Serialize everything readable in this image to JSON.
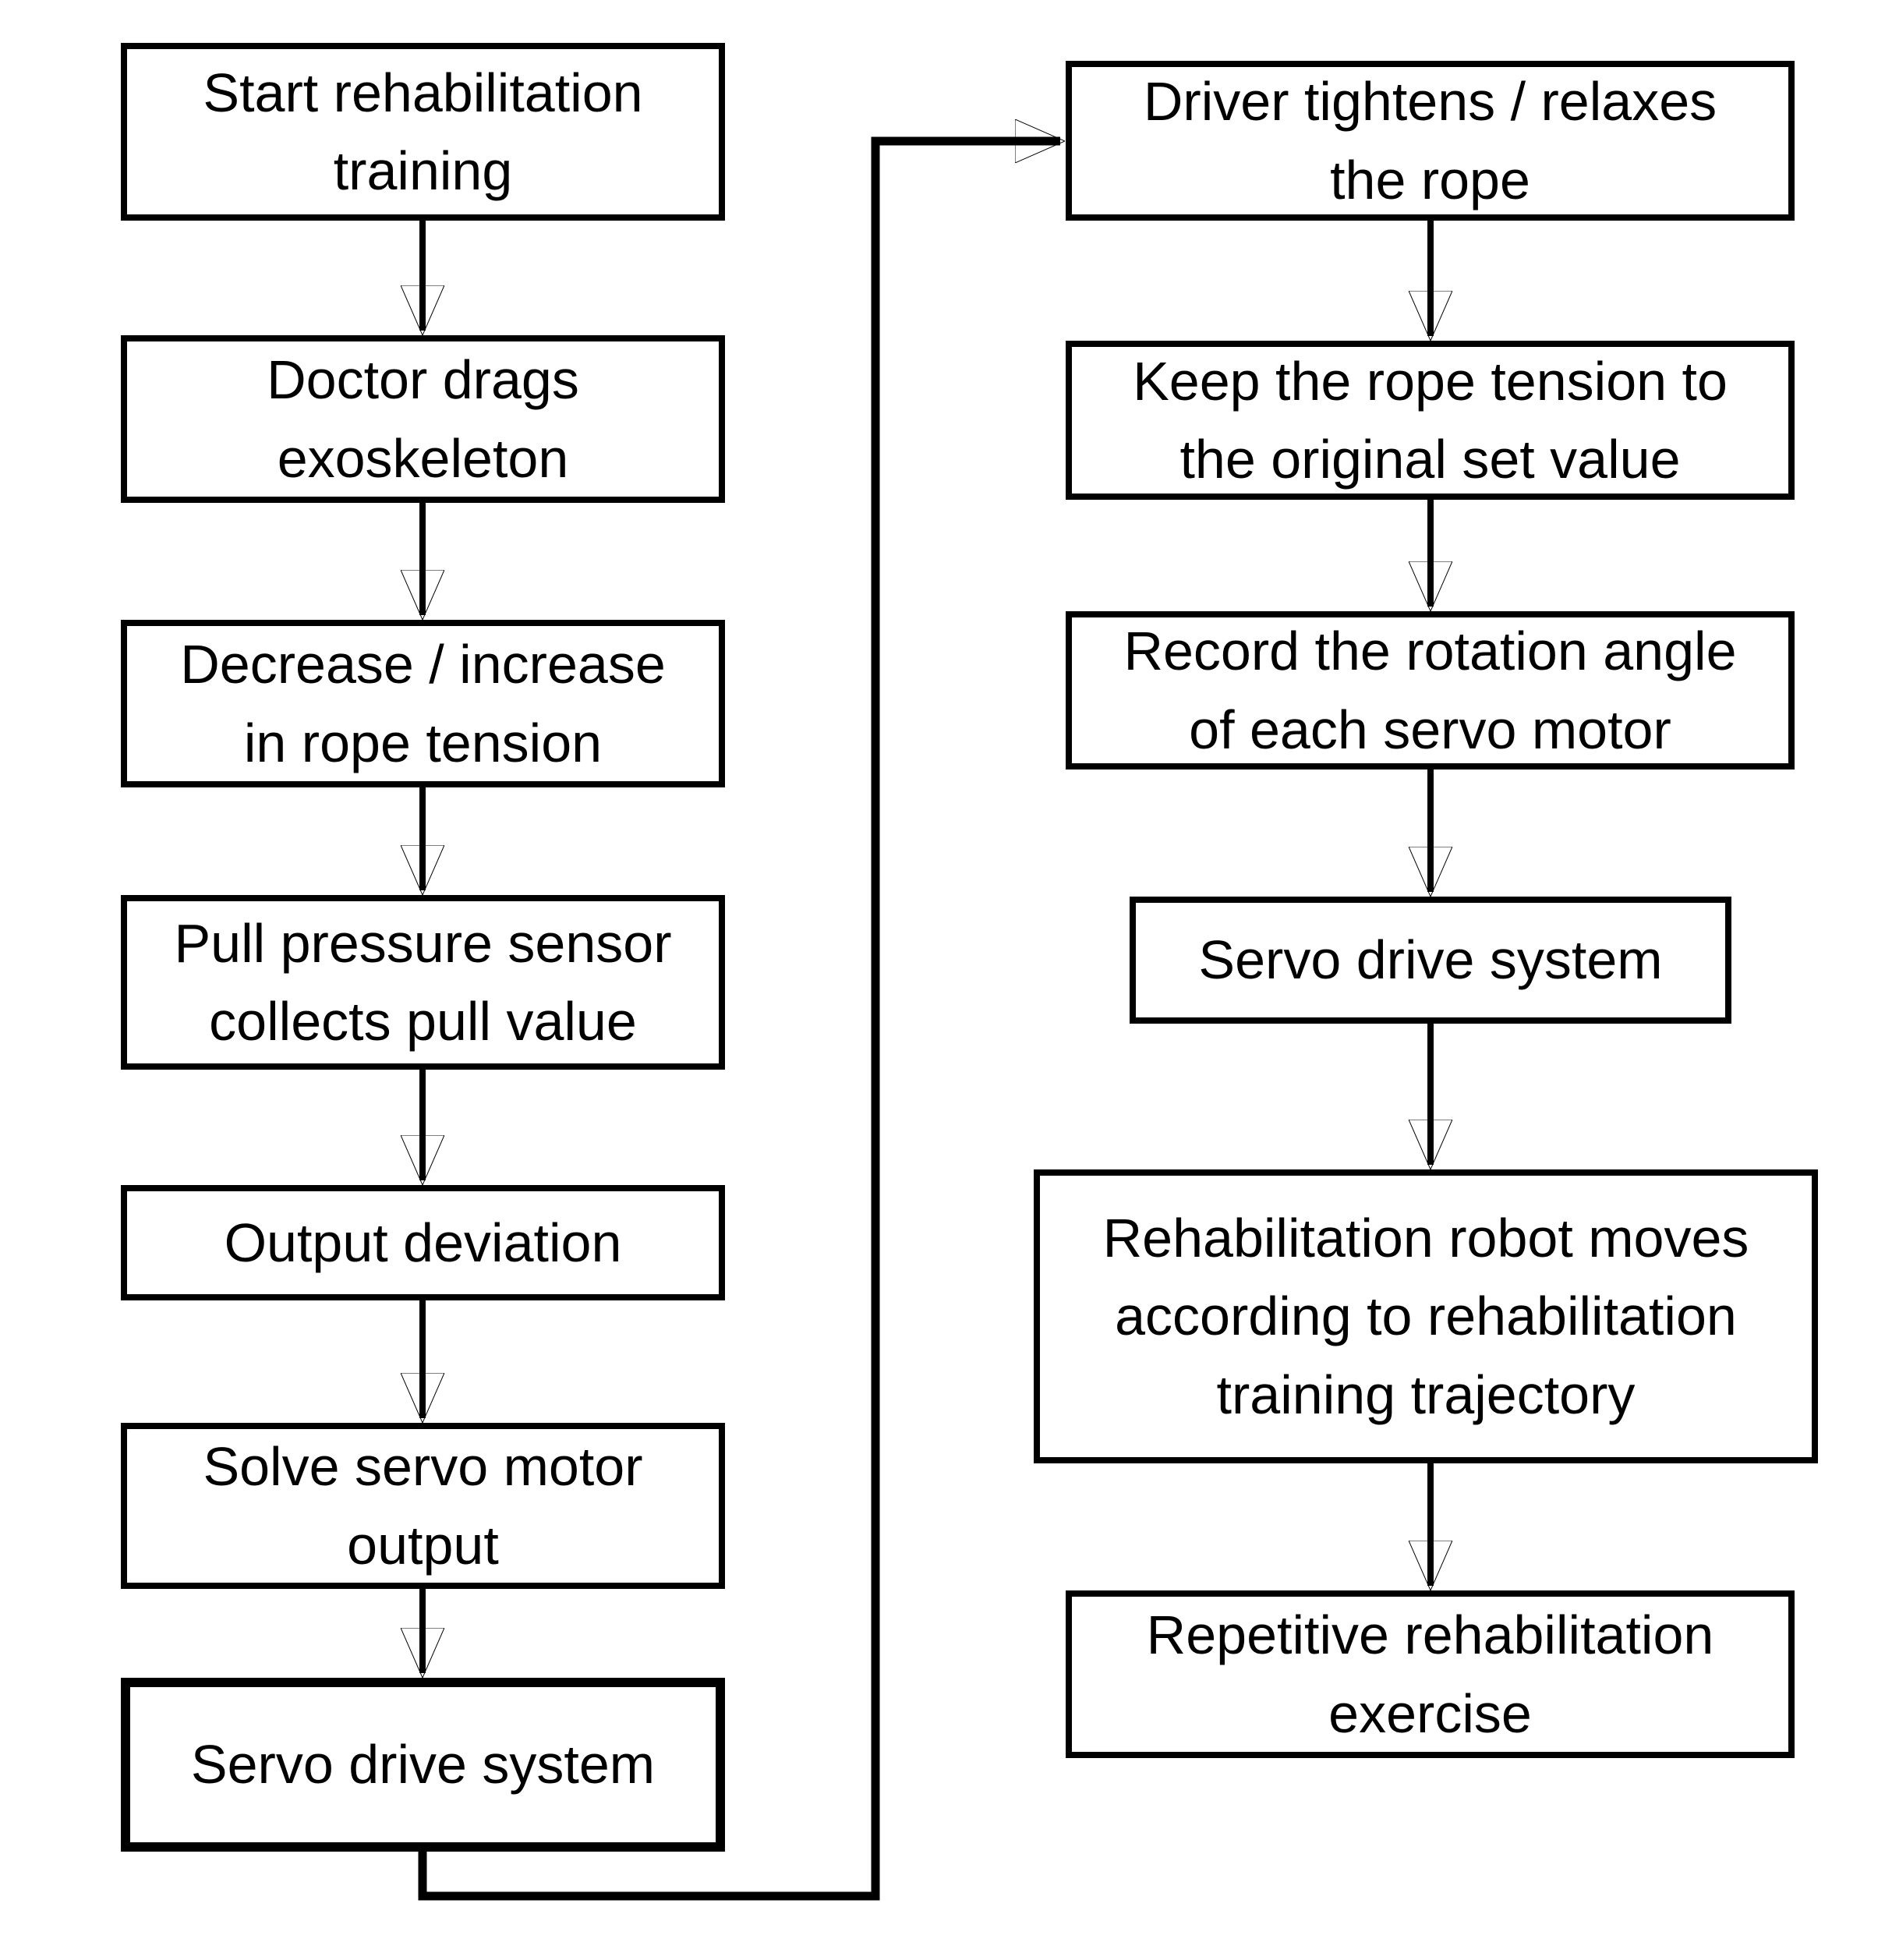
{
  "diagram": {
    "colors": {
      "background": "#ffffff",
      "line": "#000000",
      "text": "#000000"
    },
    "nodes": {
      "start": {
        "label": "Start rehabilitation\ntraining"
      },
      "doctor_drags": {
        "label": "Doctor drags\nexoskeleton"
      },
      "rope_tension_change": {
        "label": "Decrease / increase\nin rope tension"
      },
      "pull_sensor": {
        "label": "Pull pressure sensor\ncollects pull value"
      },
      "output_deviation": {
        "label": "Output deviation"
      },
      "solve_servo_output": {
        "label": "Solve servo motor\noutput"
      },
      "servo_drive_left": {
        "label": "Servo drive system"
      },
      "driver_tightens": {
        "label": "Driver tightens / relaxes\nthe rope"
      },
      "keep_tension": {
        "label": "Keep the rope tension to\nthe original set value"
      },
      "record_angle": {
        "label": "Record the rotation angle\nof each servo motor"
      },
      "servo_drive_right": {
        "label": "Servo drive system"
      },
      "robot_moves": {
        "label": "Rehabilitation robot moves\naccording to rehabilitation\ntraining trajectory"
      },
      "repetitive_exercise": {
        "label": "Repetitive rehabilitation\nexercise"
      }
    }
  }
}
